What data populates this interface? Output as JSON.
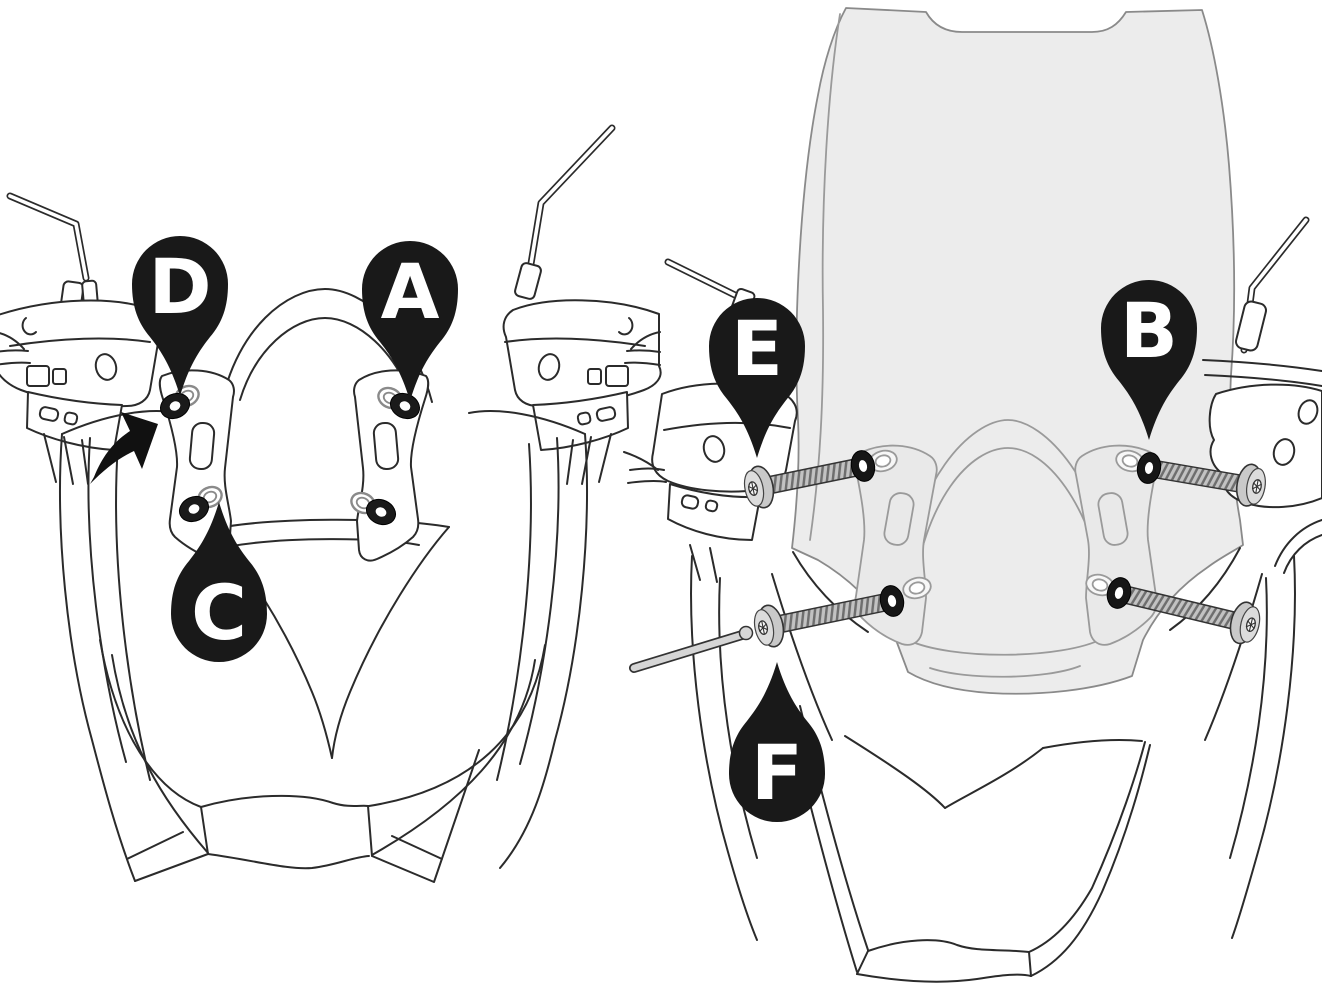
{
  "figure": {
    "kind": "installation-diagram",
    "subject": "scooter windscreen mounting instructions",
    "colors": {
      "background": "#ffffff",
      "line": "#2b2b2b",
      "behind_screen_line": "#9a9a9a",
      "windscreen_fill": "#ececec",
      "pin_fill": "#191919",
      "pin_letter": "#ffffff",
      "screw_fill": "#c9c9c9",
      "washer_fill": "#161616"
    },
    "panels": {
      "left": {
        "name": "mounting-points-without-windscreen",
        "callouts": [
          {
            "label": "D",
            "orientation": "down"
          },
          {
            "label": "A",
            "orientation": "down"
          },
          {
            "label": "C",
            "orientation": "up"
          }
        ],
        "arrow": "points-to-upper-left-grommet"
      },
      "right": {
        "name": "windscreen-fitted-with-screws",
        "callouts": [
          {
            "label": "E",
            "orientation": "down"
          },
          {
            "label": "B",
            "orientation": "down"
          },
          {
            "label": "F",
            "orientation": "up"
          }
        ],
        "screw_count": 4,
        "tool": "allen-key"
      }
    }
  }
}
